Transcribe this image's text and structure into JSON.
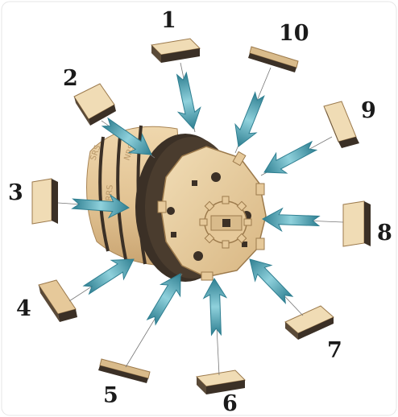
{
  "labels": [
    "1",
    "2",
    "3",
    "4",
    "5",
    "6",
    "7",
    "8",
    "9",
    "10"
  ],
  "colors": {
    "background": "#ffffff",
    "wood_light": "#ead3a8",
    "wood_mid": "#d4b27c",
    "wood_dark": "#3b3026",
    "gear": "#e6c99a",
    "arrow": "#5fb2c2",
    "arrow_dark": "#2f7f91",
    "label": "#1a1a1a"
  }
}
